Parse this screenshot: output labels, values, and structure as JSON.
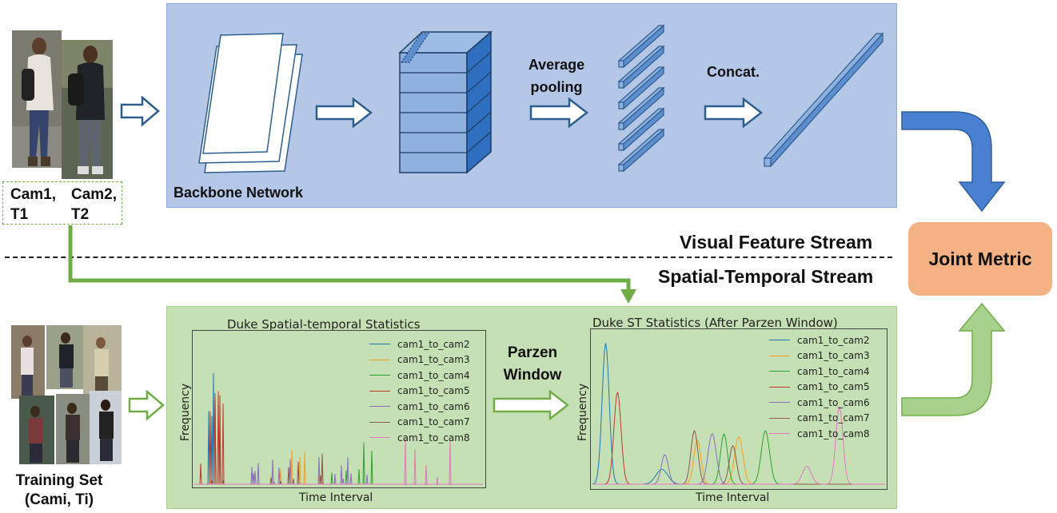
{
  "top": {
    "backbone_label": "Backbone Network",
    "avg_pool_label": "Average\npooling",
    "concat_label": "Concat.",
    "cam_labels": [
      "Cam1,\nT1",
      "Cam2,\nT2"
    ]
  },
  "streams": {
    "visual": "Visual Feature Stream",
    "spatial": "Spatial-Temporal Stream"
  },
  "joint_metric": "Joint Metric",
  "bottom": {
    "training_set": "Training Set\n(Cami, Ti)",
    "parzen_label": "Parzen\nWindow"
  },
  "colors": {
    "blue_panel": "#b4c7e7",
    "green_panel": "#c5e0b4",
    "joint_metric": "#f4b183",
    "blue_arrow": "#4a80d0",
    "green_arrow": "#70ad47"
  },
  "chart_data": [
    {
      "type": "line",
      "title": "Duke Spatial-temporal Statistics",
      "xlabel": "Time Interval",
      "ylabel": "Frequency",
      "series": [
        {
          "name": "cam1_to_cam2",
          "color": "#1f77b4"
        },
        {
          "name": "cam1_to_cam3",
          "color": "#ff9e1b"
        },
        {
          "name": "cam1_to_cam4",
          "color": "#2ca02c"
        },
        {
          "name": "cam1_to_cam5",
          "color": "#c0392b"
        },
        {
          "name": "cam1_to_cam6",
          "color": "#8e6bbf"
        },
        {
          "name": "cam1_to_cam7",
          "color": "#8c564b"
        },
        {
          "name": "cam1_to_cam8",
          "color": "#e377c2"
        }
      ]
    },
    {
      "type": "line",
      "title": "Duke ST Statistics (After Parzen Window)",
      "xlabel": "Time Interval",
      "ylabel": "Frequency",
      "series": [
        {
          "name": "cam1_to_cam2",
          "color": "#1f77b4"
        },
        {
          "name": "cam1_to_cam3",
          "color": "#ff9e1b"
        },
        {
          "name": "cam1_to_cam4",
          "color": "#2ca02c"
        },
        {
          "name": "cam1_to_cam5",
          "color": "#c0392b"
        },
        {
          "name": "cam1_to_cam6",
          "color": "#8e6bbf"
        },
        {
          "name": "cam1_to_cam7",
          "color": "#8c564b"
        },
        {
          "name": "cam1_to_cam8",
          "color": "#e377c2"
        }
      ]
    }
  ]
}
